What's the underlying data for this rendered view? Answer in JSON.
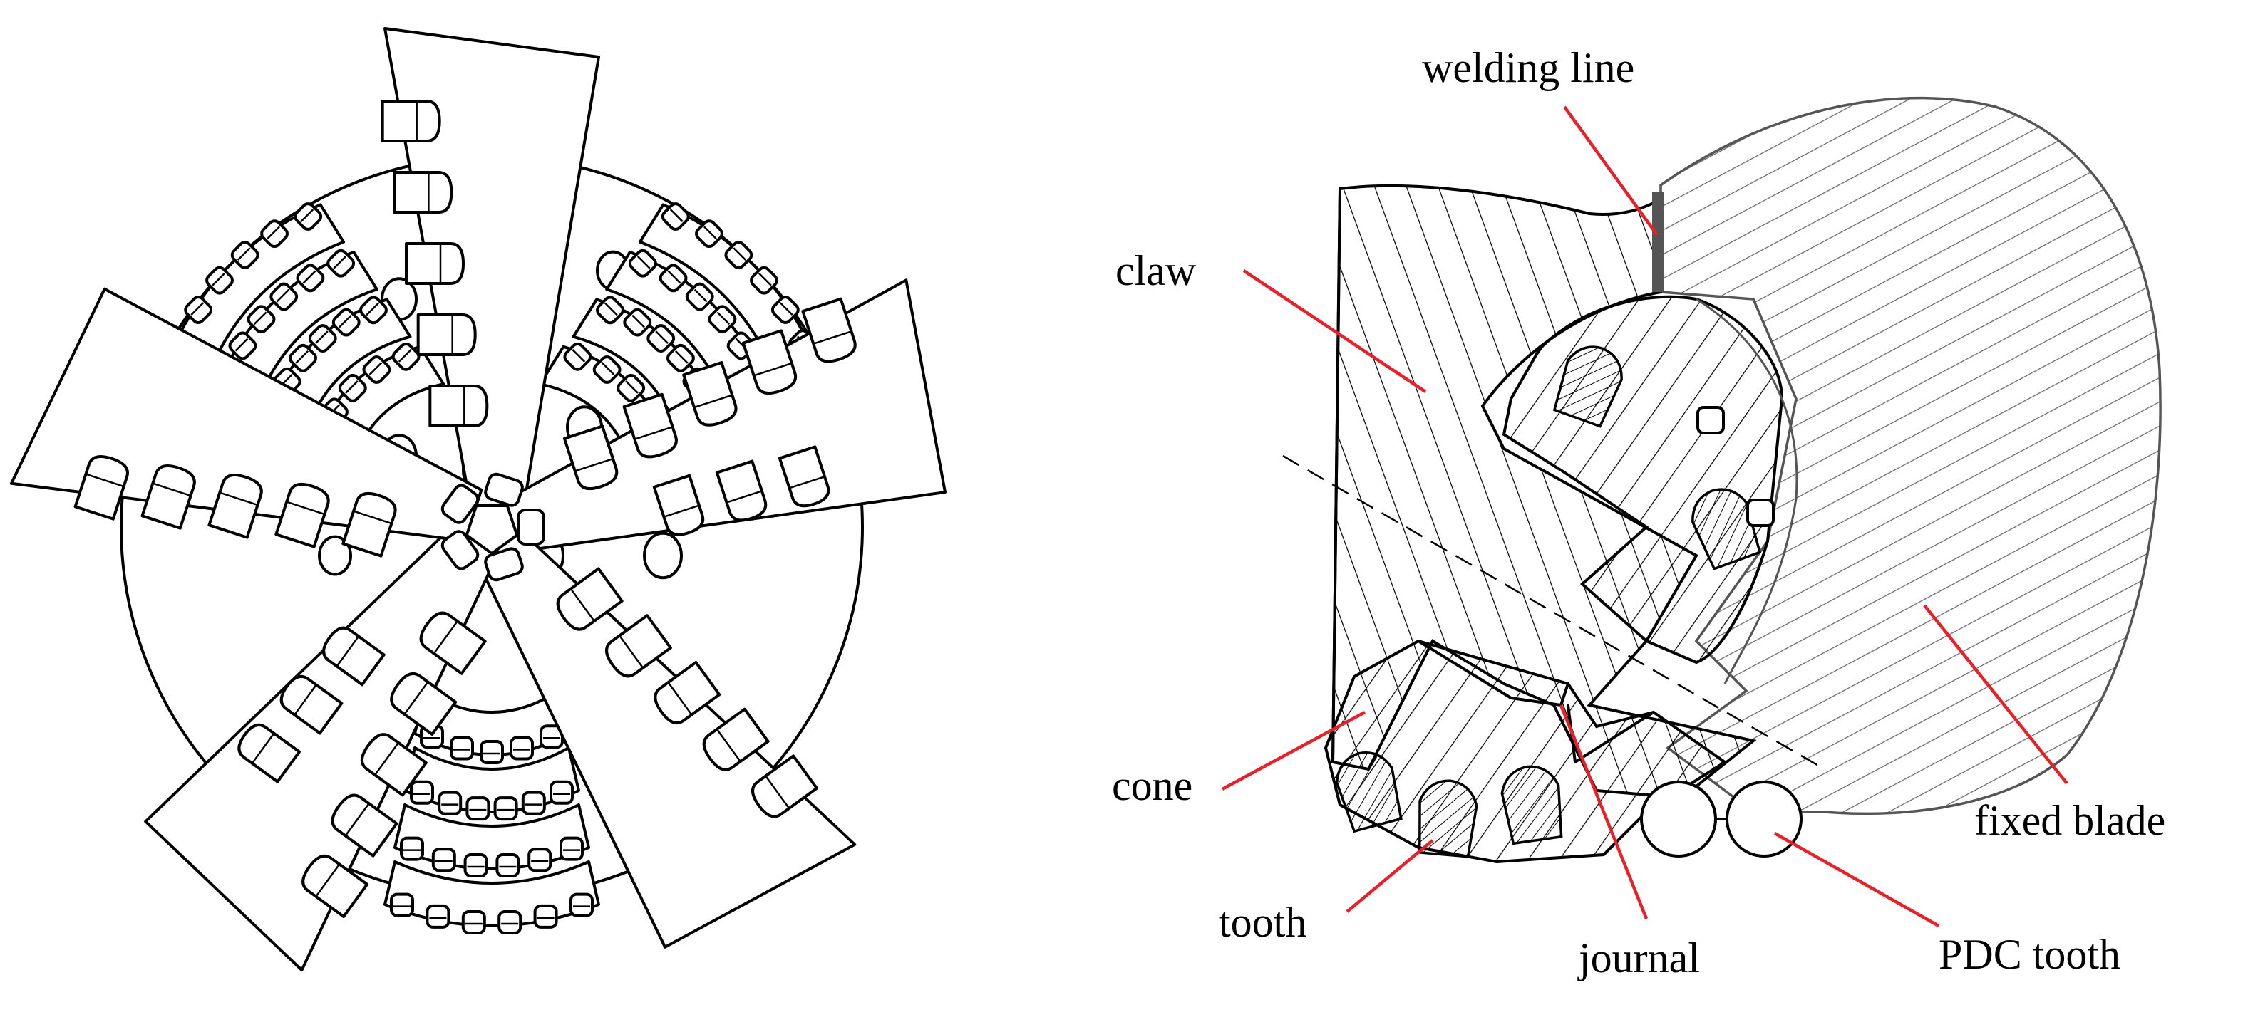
{
  "labels": {
    "welding_line": "welding line",
    "claw": "claw",
    "cone": "cone",
    "tooth": "tooth",
    "journal": "journal",
    "pdc_tooth": "PDC tooth",
    "fixed_blade": "fixed blade"
  },
  "colors": {
    "ink": "#000000",
    "leader": "#e8202a",
    "weld": "#555555",
    "background": "#ffffff"
  }
}
